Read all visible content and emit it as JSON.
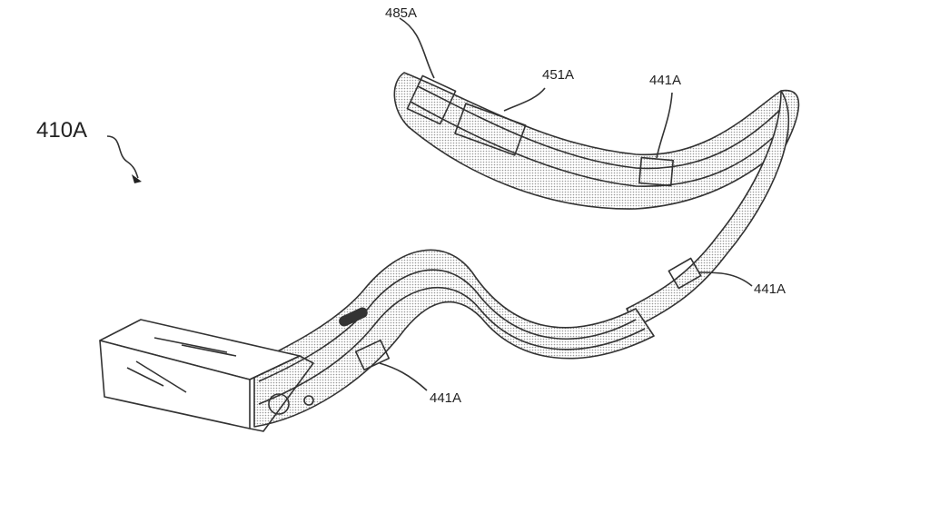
{
  "figure": {
    "labels": {
      "device": "410A",
      "end_piece": "485A",
      "component": "451A",
      "sensor_top": "441A",
      "sensor_right": "441A",
      "sensor_bottom": "441A"
    },
    "line_color": "#333333",
    "shade_color": "#9a9a9a"
  }
}
